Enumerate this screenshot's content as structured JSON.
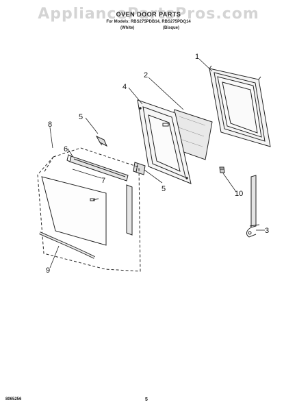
{
  "header": {
    "watermark": "AppliancePartsPros.com",
    "title": "OVEN DOOR PARTS",
    "subtitle": "For Models: RBS275PDB14, RBS275PDQ14",
    "variant_left": "(White)",
    "variant_right": "(Bisque)"
  },
  "callouts": [
    "1",
    "2",
    "3",
    "4",
    "5",
    "5",
    "6",
    "7",
    "8",
    "9",
    "10"
  ],
  "footer": {
    "doc_number": "8065256",
    "page_number": "5"
  }
}
